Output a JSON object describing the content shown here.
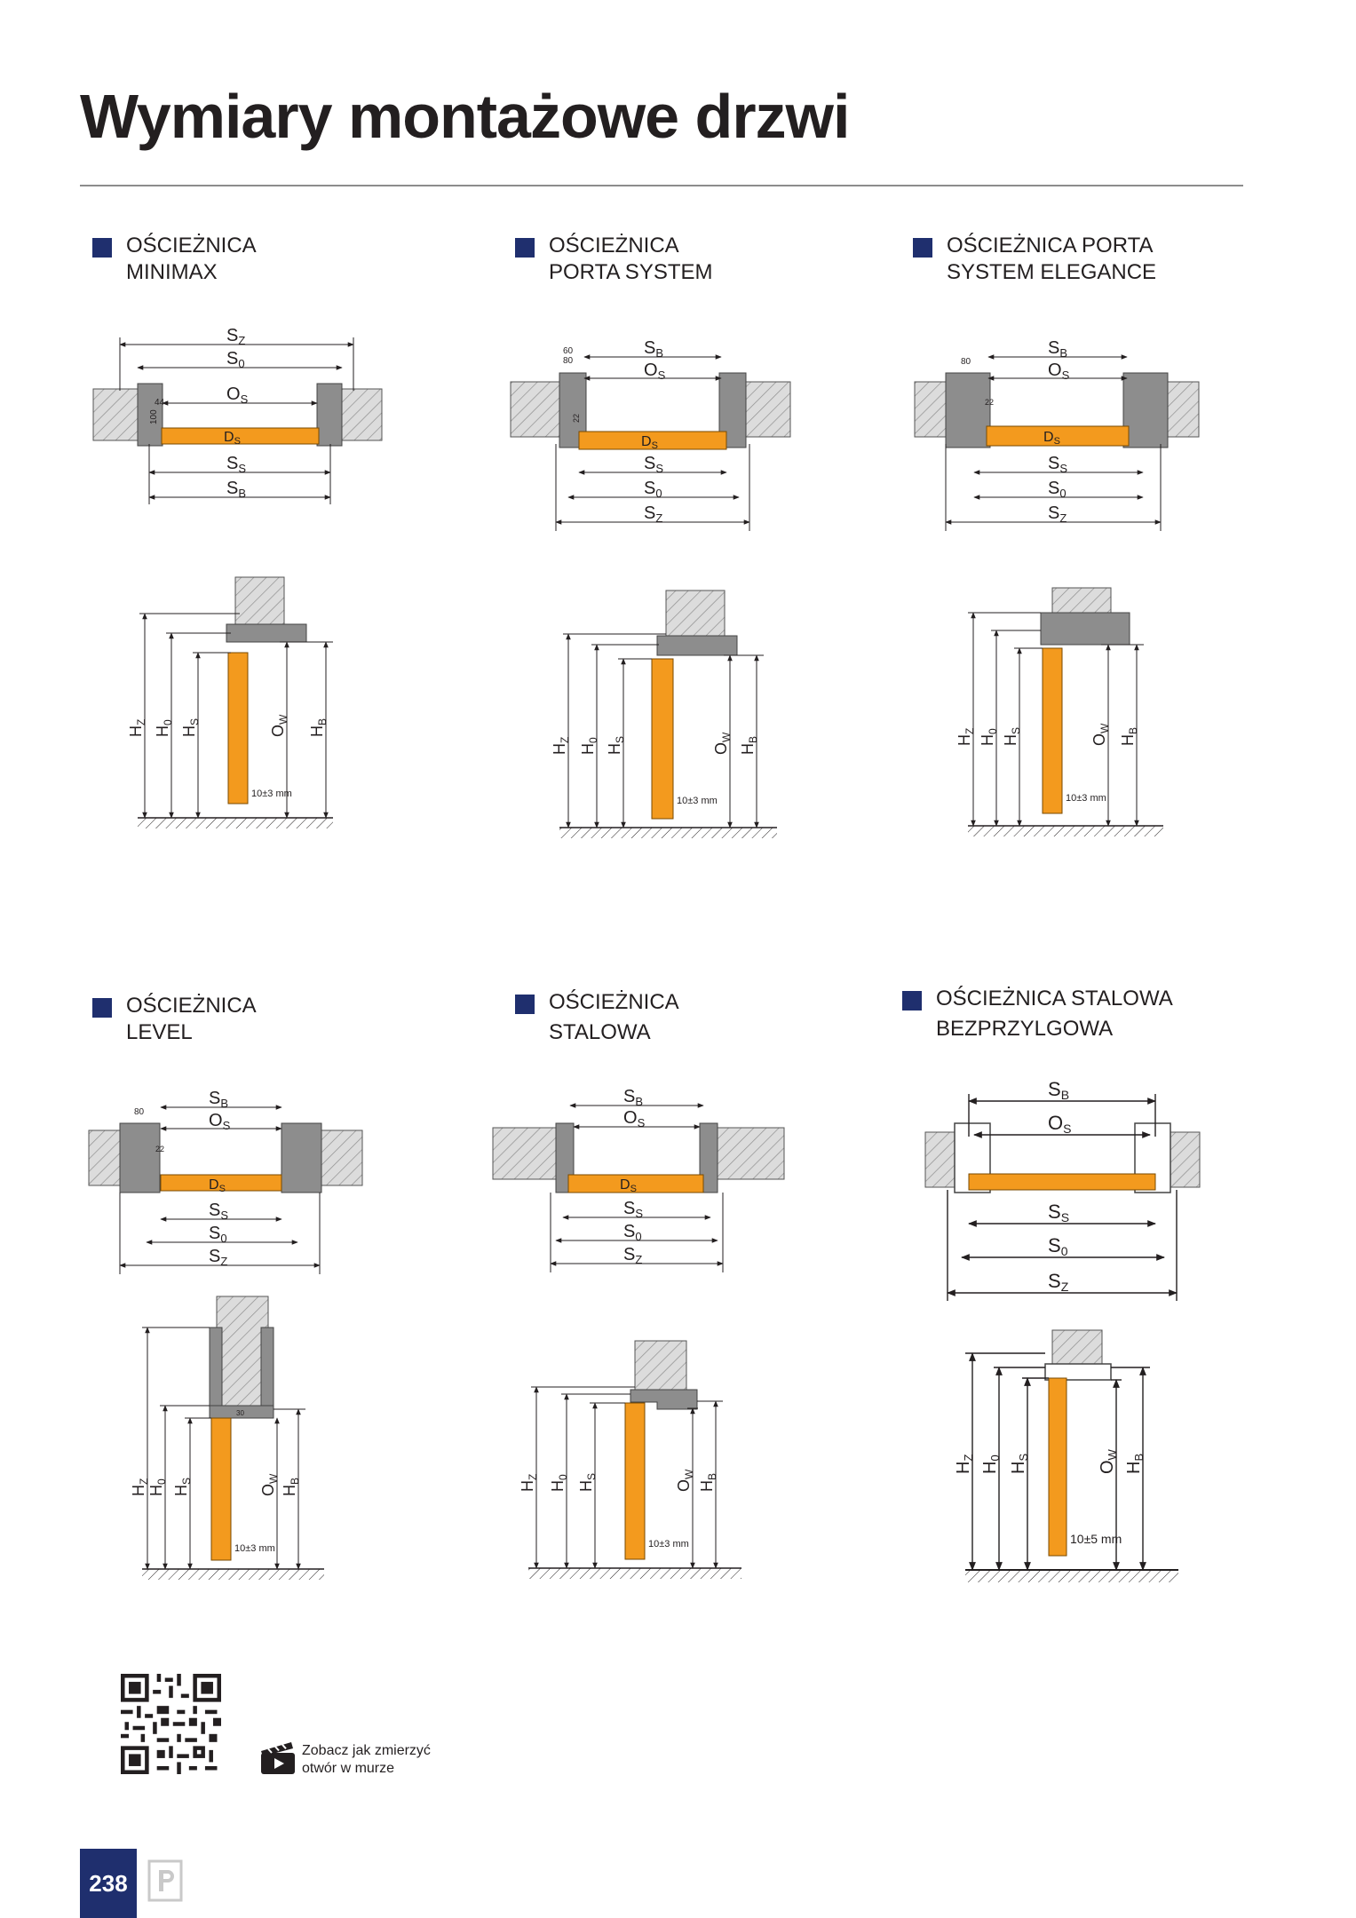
{
  "page": {
    "title": "Wymiary montażowe drzwi",
    "page_number": "238"
  },
  "sections": [
    {
      "line1": "OŚCIEŻNICA",
      "line2": "MINIMAX"
    },
    {
      "line1": "OŚCIEŻNICA",
      "line2": "PORTA SYSTEM"
    },
    {
      "line1": "OŚCIEŻNICA PORTA",
      "line2": "SYSTEM ELEGANCE"
    },
    {
      "line1": "OŚCIEŻNICA",
      "line2": "LEVEL"
    },
    {
      "line1": "OŚCIEŻNICA",
      "line2": "STALOWA"
    },
    {
      "line1": "OŚCIEŻNICA STALOWA",
      "line2": "BEZPRZYLGOWA"
    }
  ],
  "labels": {
    "sz": "S",
    "sz_sub": "Z",
    "s0": "S",
    "s0_sub": "0",
    "os": "O",
    "os_sub": "S",
    "ds": "D",
    "ds_sub": "S",
    "ss": "S",
    "ss_sub": "S",
    "sb": "S",
    "sb_sub": "B",
    "hz": "H",
    "hz_sub": "Z",
    "h0": "H",
    "h0_sub": "0",
    "hs": "H",
    "hs_sub": "S",
    "ow": "O",
    "ow_sub": "W",
    "hb": "H",
    "hb_sub": "B"
  },
  "annotations": {
    "minimax": {
      "d44": "44",
      "d100": "100",
      "gap": "10±3 mm"
    },
    "porta": {
      "d60": "60",
      "d80": "80",
      "d22": "22",
      "gap": "10±3 mm"
    },
    "elegance": {
      "d80": "80",
      "d22": "22",
      "gap": "10±3 mm"
    },
    "level": {
      "d80": "80",
      "d22": "22",
      "d30": "30",
      "gap": "10±3 mm"
    },
    "stalowa": {
      "gap": "10±3 mm"
    },
    "bezprzylgowa": {
      "gap": "10±5 mm"
    }
  },
  "video": {
    "caption_line1": "Zobacz jak zmierzyć",
    "caption_line2": "otwór w murze"
  },
  "colors": {
    "accent": "#1f2f6e",
    "door_leaf": "#f39a1e",
    "frame": "#8d8d8d",
    "wall_hatch": "#9a9a9a"
  },
  "icons": [
    "qr-code-icon",
    "video-clapperboard-icon",
    "brand-logo-icon"
  ]
}
